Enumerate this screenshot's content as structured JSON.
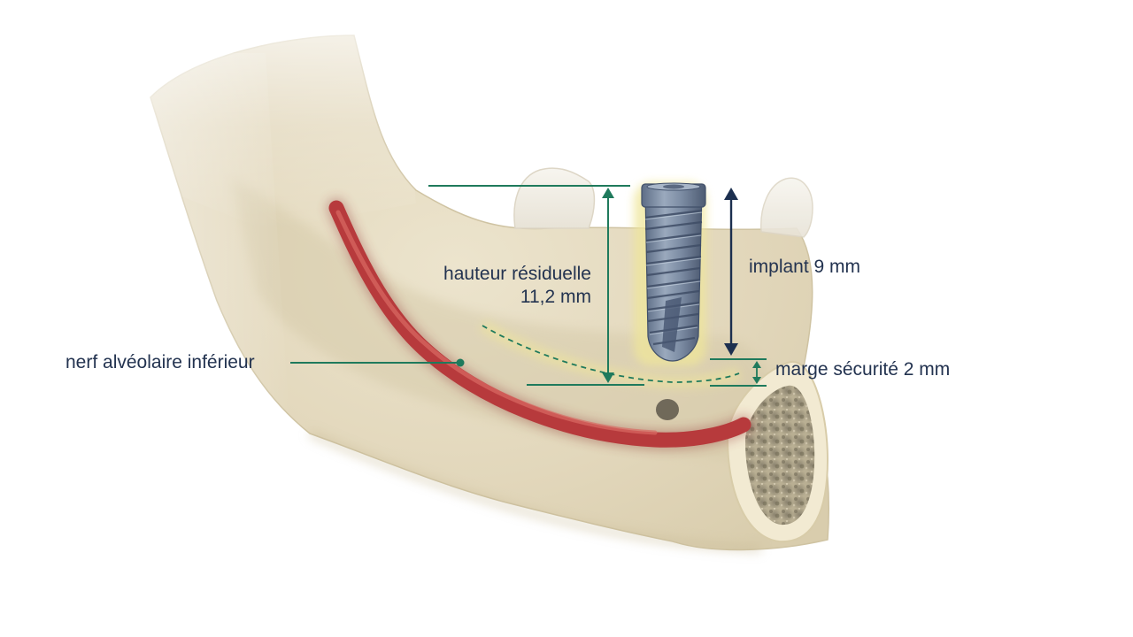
{
  "labels": {
    "residual_height_line1": "hauteur résiduelle",
    "residual_height_line2": "11,2 mm",
    "implant": "implant 9 mm",
    "safety_margin": "marge sécurité  2 mm",
    "nerve": "nerf alvéolaire inférieur"
  },
  "colors": {
    "background": "#ffffff",
    "bone": "#e6dcc3",
    "bone_shadow": "#cbbd99",
    "nerve": "#b73a3c",
    "nerve_highlight": "#d86a62",
    "implant": "#7d8da3",
    "implant_dark": "#4f5e75",
    "implant_glow": "#efe69a",
    "green_annotation": "#1f7a5c",
    "navy_annotation": "#1c2f4f",
    "text": "#233350"
  },
  "icons": {
    "bone": "mandible-illustration",
    "nerve": "nerve-canal",
    "implant": "dental-implant",
    "tooth": "tooth"
  }
}
